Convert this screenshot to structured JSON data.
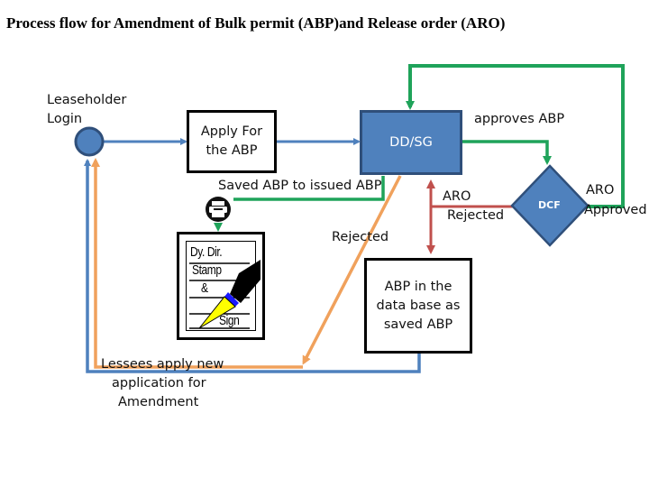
{
  "title": "Process flow for  Amendment  of Bulk permit (ABP)and Release order (ARO)",
  "colors": {
    "blue_line": "#4f81bd",
    "green_line": "#1fa35a",
    "orange_line": "#f0a15c",
    "red_line": "#c0504d",
    "box_blue_fill": "#4f81bd",
    "box_blue_border": "#2f4f7a"
  },
  "nodes": {
    "leaseholder_login": {
      "label_line1": "Leaseholder",
      "label_line2": "Login"
    },
    "apply_abp": {
      "line1": "Apply For",
      "line2": "the ABP"
    },
    "dd_sg": {
      "label": "DD/SG"
    },
    "dcf": {
      "label": "DCF"
    },
    "database": {
      "line1": "ABP in the",
      "line2": "data base as",
      "line3": "saved ABP"
    },
    "printer": {
      "icon": "printer-icon"
    },
    "stamp": {
      "line1": "Dy. Dir.",
      "line2": "Stamp",
      "line3": "&",
      "line4": "Sign",
      "icon": "pen-icon"
    }
  },
  "edge_labels": {
    "approves_abp": "approves ABP",
    "saved_to_issued": "Saved ABP to issued ABP",
    "aro_rejected_line1": "ARO",
    "aro_rejected_line2": "Rejected",
    "rejected": "Rejected",
    "aro_approved_line1": "ARO",
    "aro_approved_line2": "Approved",
    "lessees_line1": "Lessees apply new",
    "lessees_line2": "application for",
    "lessees_line3": "Amendment"
  }
}
